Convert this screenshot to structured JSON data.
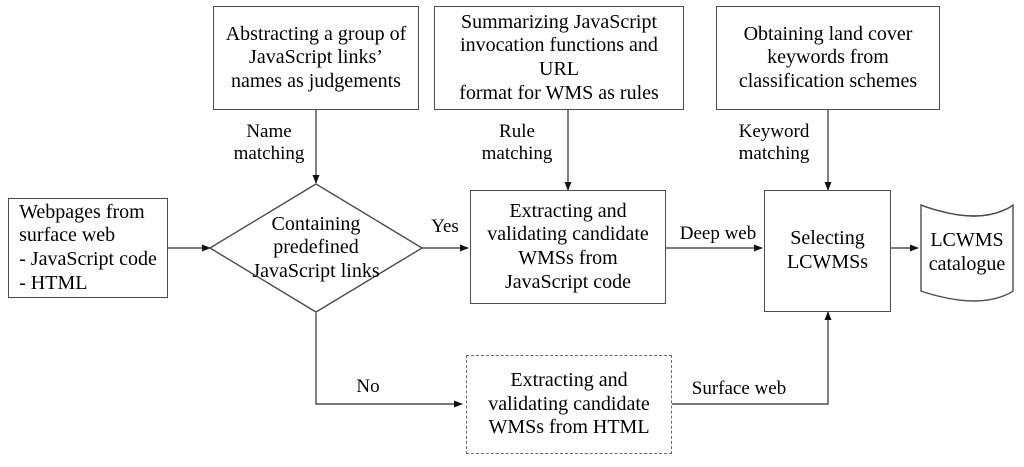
{
  "diagram": {
    "title": "LCWMS discovery workflow flowchart",
    "type": "flowchart",
    "colors": {
      "stroke": "#4d4d4d",
      "dashed_stroke": "#6b6b6b",
      "text": "#000000",
      "background": "#ffffff"
    },
    "nodes": [
      {
        "id": "abstracting",
        "shape": "rectangle",
        "label": "Abstracting a group of\nJavaScript links’\nnames as judgements"
      },
      {
        "id": "summarizing",
        "shape": "rectangle",
        "label": "Summarizing JavaScript\ninvocation functions and URL\nformat for WMS as rules"
      },
      {
        "id": "obtaining",
        "shape": "rectangle",
        "label": "Obtaining land cover\nkeywords from\nclassification schemes"
      },
      {
        "id": "webpages",
        "shape": "rectangle",
        "label": "Webpages from\nsurface web\n- JavaScript code\n- HTML"
      },
      {
        "id": "containing",
        "shape": "diamond",
        "label": "Containing\npredefined\nJavaScript links"
      },
      {
        "id": "extracting_js",
        "shape": "rectangle",
        "label": "Extracting and\nvalidating candidate\nWMSs from\nJavaScript code"
      },
      {
        "id": "selecting",
        "shape": "rectangle",
        "label": "Selecting\nLCWMSs"
      },
      {
        "id": "catalogue",
        "shape": "cylinder",
        "label": "LCWMS\ncatalogue"
      },
      {
        "id": "extracting_html",
        "shape": "rectangle-dashed",
        "label": "Extracting and\nvalidating candidate\nWMSs from HTML"
      }
    ],
    "edges": [
      {
        "id": "name_matching",
        "from": "abstracting",
        "to": "containing",
        "label": "Name\nmatching"
      },
      {
        "id": "rule_matching",
        "from": "summarizing",
        "to": "extracting_js",
        "label": "Rule\nmatching"
      },
      {
        "id": "keyword_matching",
        "from": "obtaining",
        "to": "selecting",
        "label": "Keyword\nmatching"
      },
      {
        "id": "webpages_to_decision",
        "from": "webpages",
        "to": "containing",
        "label": ""
      },
      {
        "id": "yes",
        "from": "containing",
        "to": "extracting_js",
        "label": "Yes"
      },
      {
        "id": "no",
        "from": "containing",
        "to": "extracting_html",
        "label": "No"
      },
      {
        "id": "deep_web",
        "from": "extracting_js",
        "to": "selecting",
        "label": "Deep web"
      },
      {
        "id": "surface_web",
        "from": "extracting_html",
        "to": "selecting",
        "label": "Surface web"
      },
      {
        "id": "to_catalogue",
        "from": "selecting",
        "to": "catalogue",
        "label": ""
      }
    ]
  }
}
